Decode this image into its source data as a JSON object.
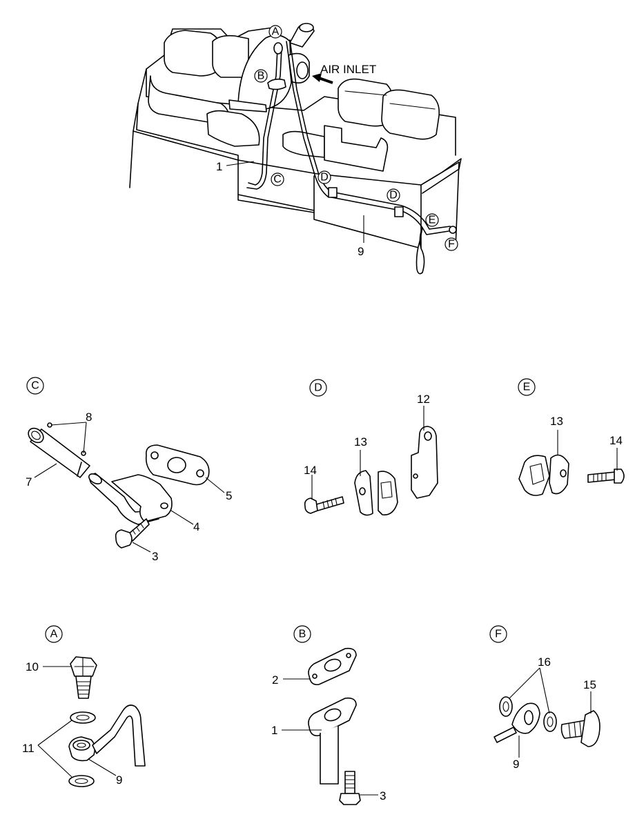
{
  "overview": {
    "air_inlet_label": "AIR INLET",
    "callouts": [
      "1",
      "9"
    ],
    "detail_markers": [
      "A",
      "B",
      "C",
      "D",
      "D",
      "E",
      "F"
    ]
  },
  "details": {
    "C": {
      "title": "C",
      "parts": [
        "8",
        "7",
        "5",
        "4",
        "3"
      ]
    },
    "D": {
      "title": "D",
      "parts": [
        "12",
        "13",
        "14"
      ]
    },
    "E": {
      "title": "E",
      "parts": [
        "13",
        "14"
      ]
    },
    "A": {
      "title": "A",
      "parts": [
        "10",
        "11",
        "9"
      ]
    },
    "B": {
      "title": "B",
      "parts": [
        "2",
        "1",
        "3"
      ]
    },
    "F": {
      "title": "F",
      "parts": [
        "16",
        "15",
        "9"
      ]
    }
  }
}
